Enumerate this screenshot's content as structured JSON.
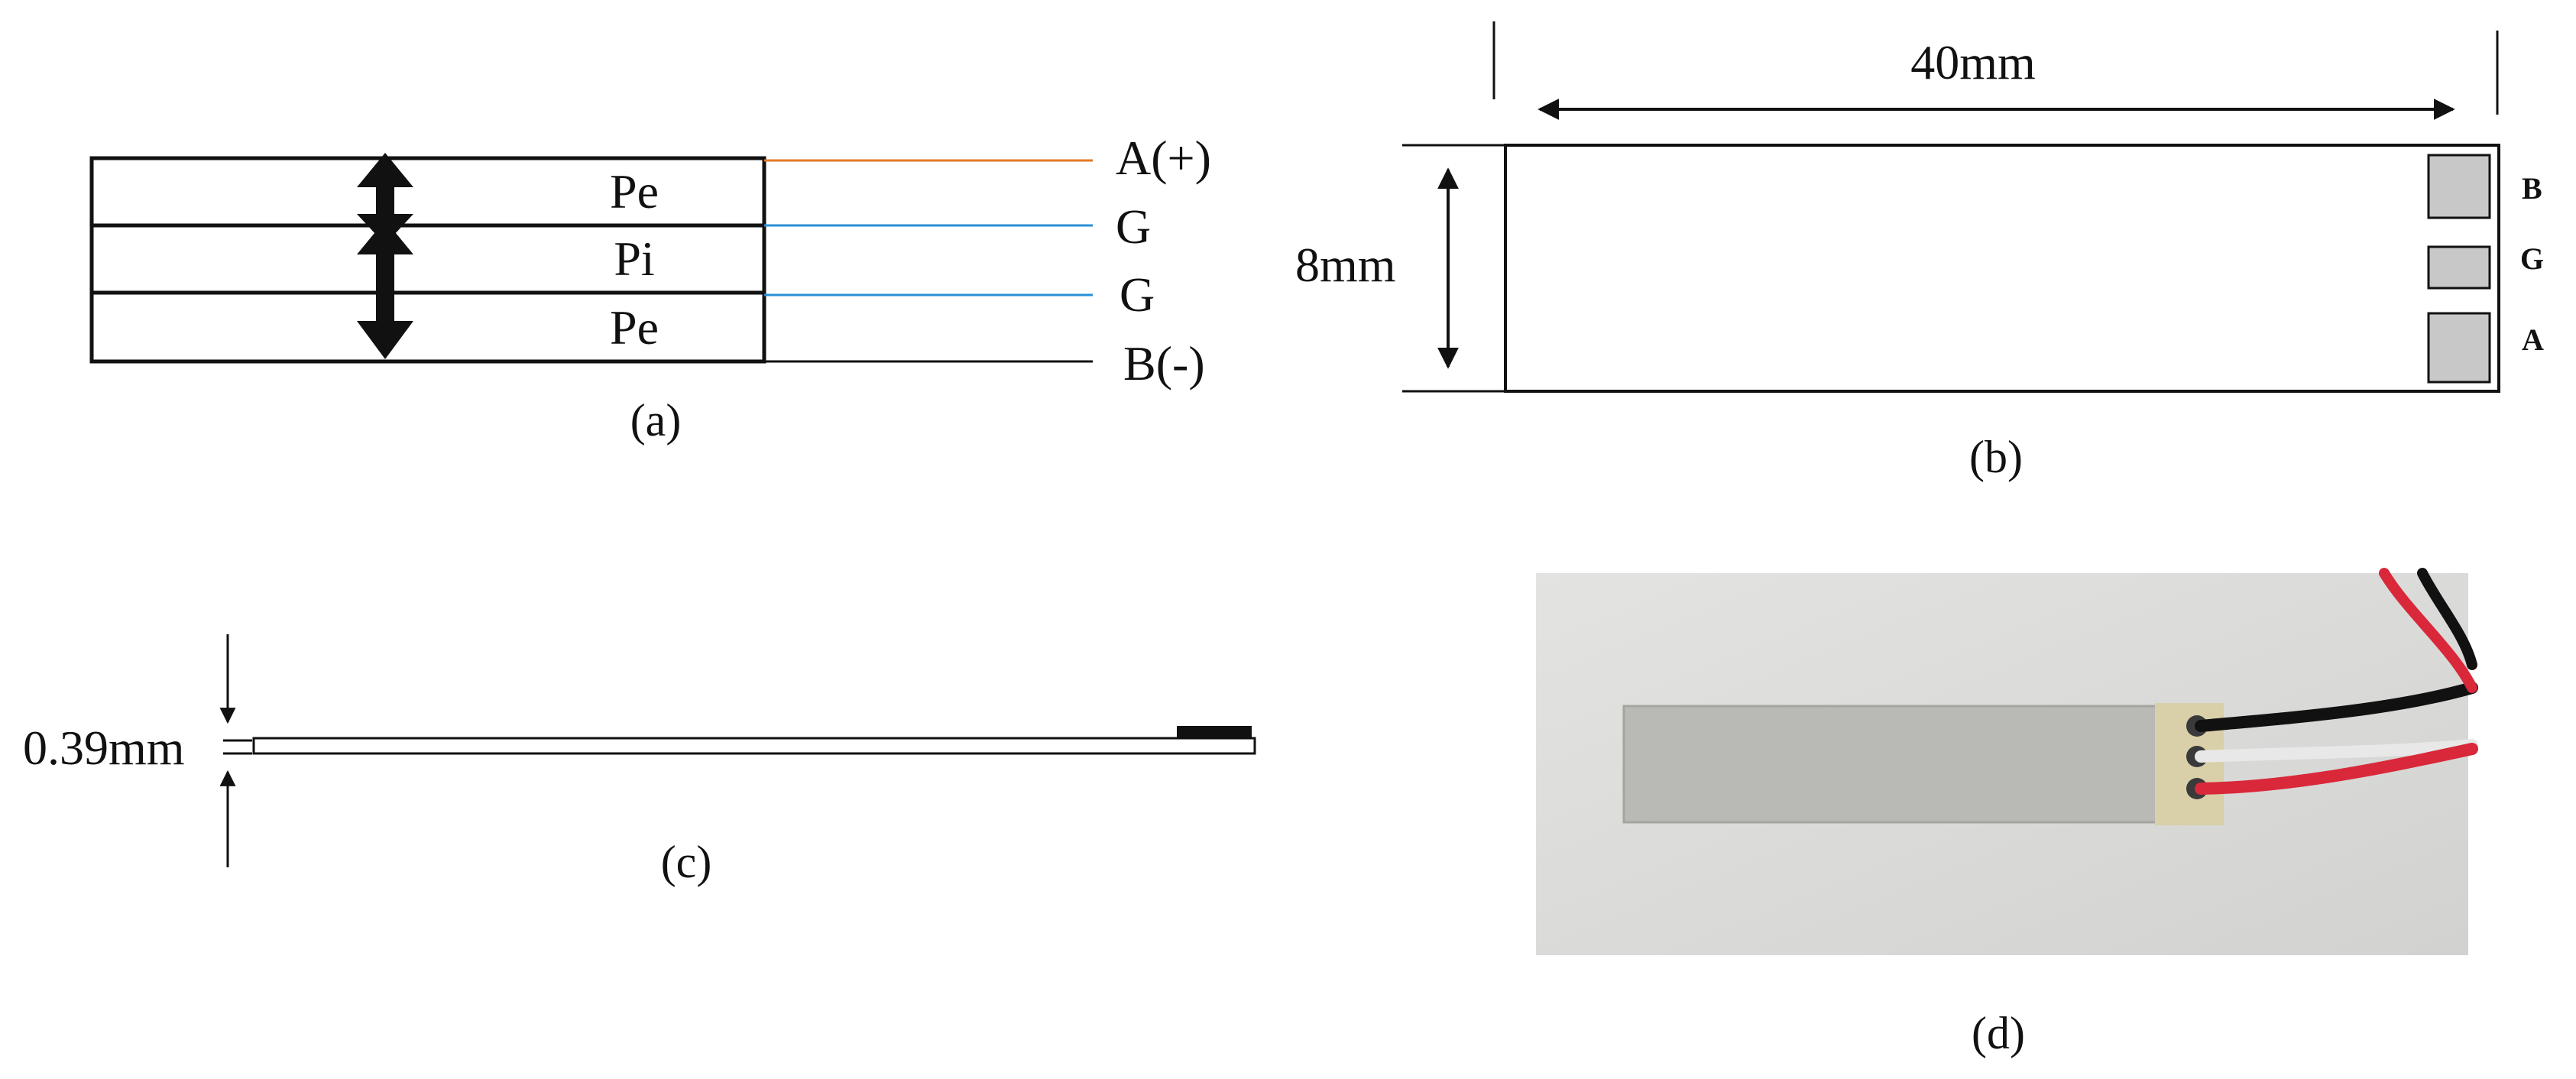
{
  "panel_a": {
    "caption": "(a)",
    "layers": [
      "Pe",
      "Pi",
      "Pe"
    ],
    "terminals": [
      "A(+)",
      "G",
      "G",
      "B(-)"
    ],
    "wire_colors": [
      "#e07a2a",
      "#2a8fd6",
      "#2a8fd6",
      "#111111"
    ]
  },
  "panel_b": {
    "caption": "(b)",
    "length_label": "40mm",
    "width_label": "8mm",
    "pads": [
      "B",
      "G",
      "A"
    ],
    "pad_color": "#c8c8c8"
  },
  "panel_c": {
    "caption": "(c)",
    "thickness_label": "0.39mm"
  },
  "panel_d": {
    "caption": "(d)",
    "wire_colors": [
      "#111111",
      "#e8e8e8",
      "#d8283a"
    ],
    "sensor_color": "#b9b9b6",
    "background_color": "#dcdcda"
  }
}
